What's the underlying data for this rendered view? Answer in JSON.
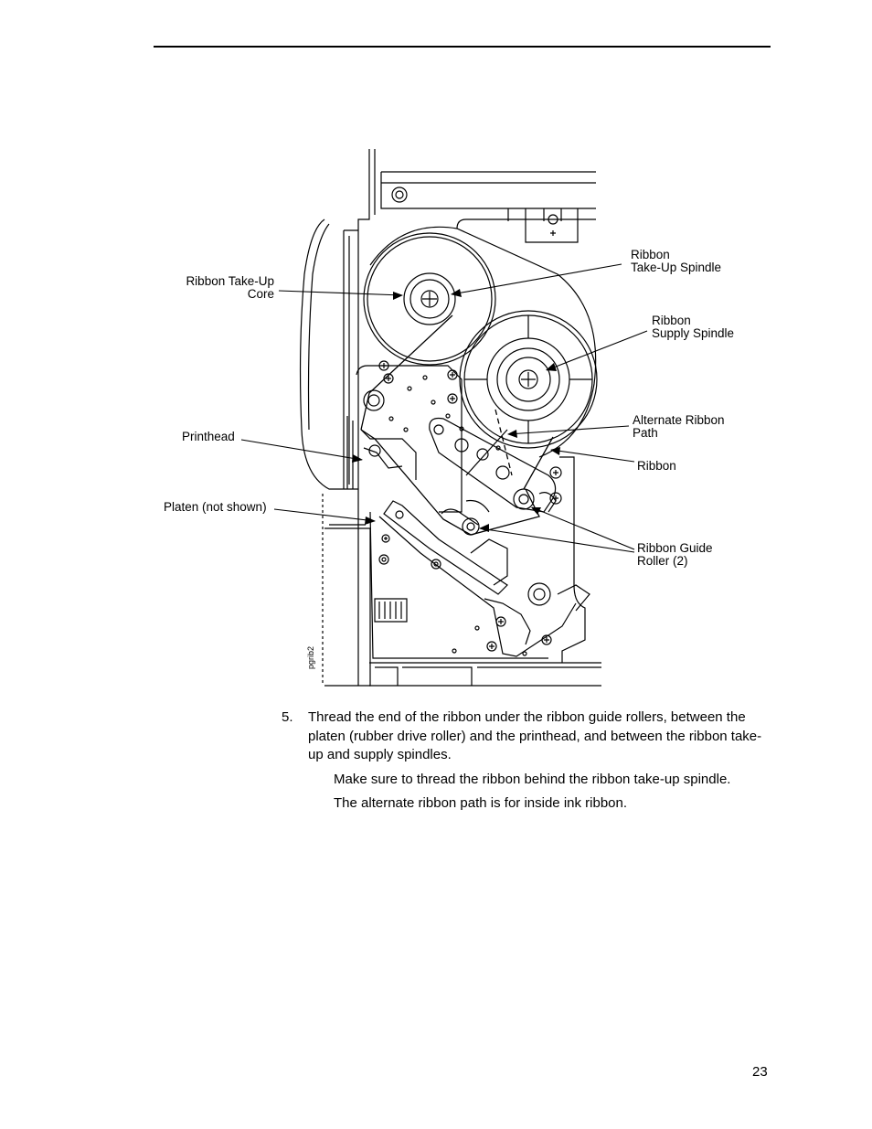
{
  "figure": {
    "id": "pgrib2",
    "labels": {
      "takeup_core": "Ribbon Take-Up\nCore",
      "takeup_spindle": "Ribbon\nTake-Up Spindle",
      "supply_spindle": "Ribbon\nSupply Spindle",
      "printhead": "Printhead",
      "alternate_path": "Alternate Ribbon\nPath",
      "ribbon": "Ribbon",
      "platen": "Platen (not shown)",
      "guide_roller": "Ribbon Guide\nRoller (2)"
    }
  },
  "step": {
    "number": "5.",
    "text": "Thread the end of the ribbon under the ribbon guide rollers, between the platen (rubber drive roller) and the printhead, and between the ribbon take-up and supply spindles."
  },
  "notes": [
    "Make sure to thread the ribbon behind the ribbon take-up spindle.",
    "The alternate ribbon path is for inside ink ribbon."
  ],
  "page_number": "23"
}
